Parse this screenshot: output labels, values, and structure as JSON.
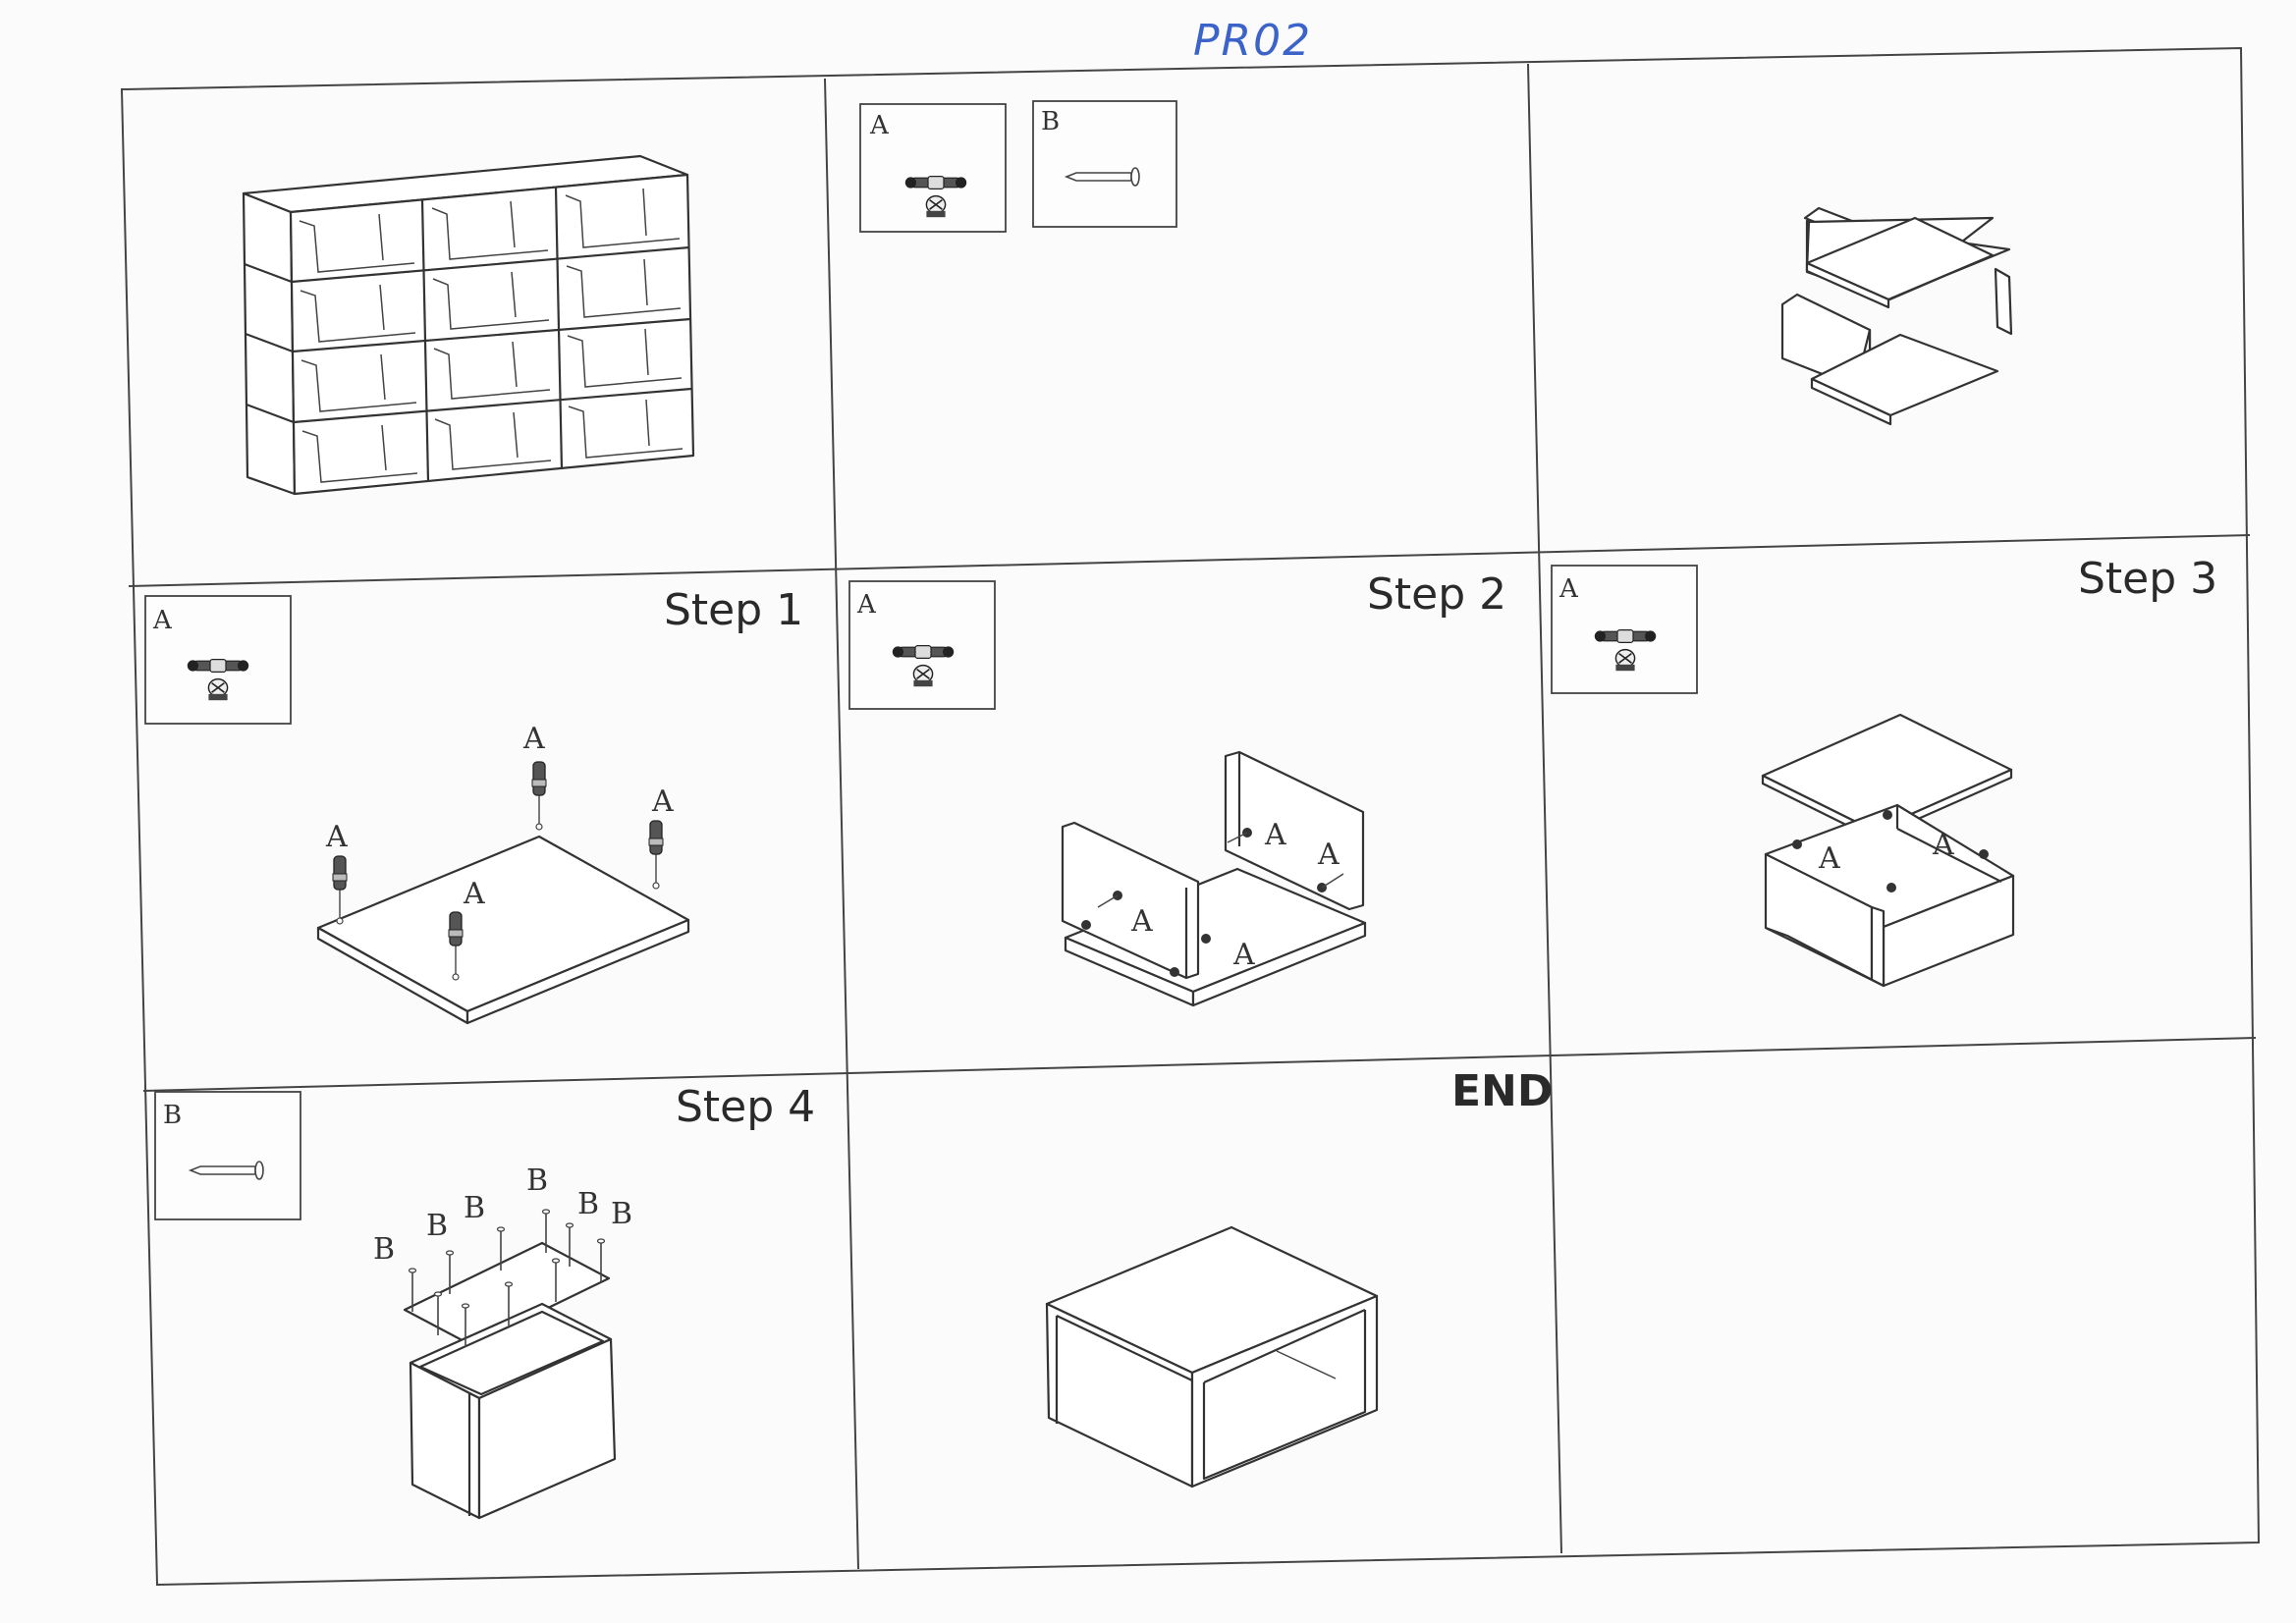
{
  "document": {
    "code_handwritten": "PR02",
    "accent_color_handwriting": "#3b63c9"
  },
  "hardware": {
    "A": {
      "label": "A",
      "icon": "cam-lock-fitting-icon"
    },
    "B": {
      "label": "B",
      "icon": "nail-icon"
    }
  },
  "panels": {
    "overview": {},
    "parts": {
      "label_a": "A",
      "label_b": "B"
    },
    "exploded": {},
    "step1": {
      "title": "Step 1",
      "part_label": "A",
      "callouts": [
        "A",
        "A",
        "A",
        "A"
      ]
    },
    "step2": {
      "title": "Step 2",
      "part_label": "A",
      "callouts": [
        "A",
        "A",
        "A",
        "A"
      ]
    },
    "step3": {
      "title": "Step 3",
      "part_label": "A",
      "callouts": [
        "A",
        "A"
      ]
    },
    "step4": {
      "title": "Step 4",
      "part_label": "B",
      "callouts": [
        "B",
        "B",
        "B",
        "B",
        "B",
        "B"
      ]
    },
    "end": {
      "title": "END"
    },
    "blank": {}
  }
}
